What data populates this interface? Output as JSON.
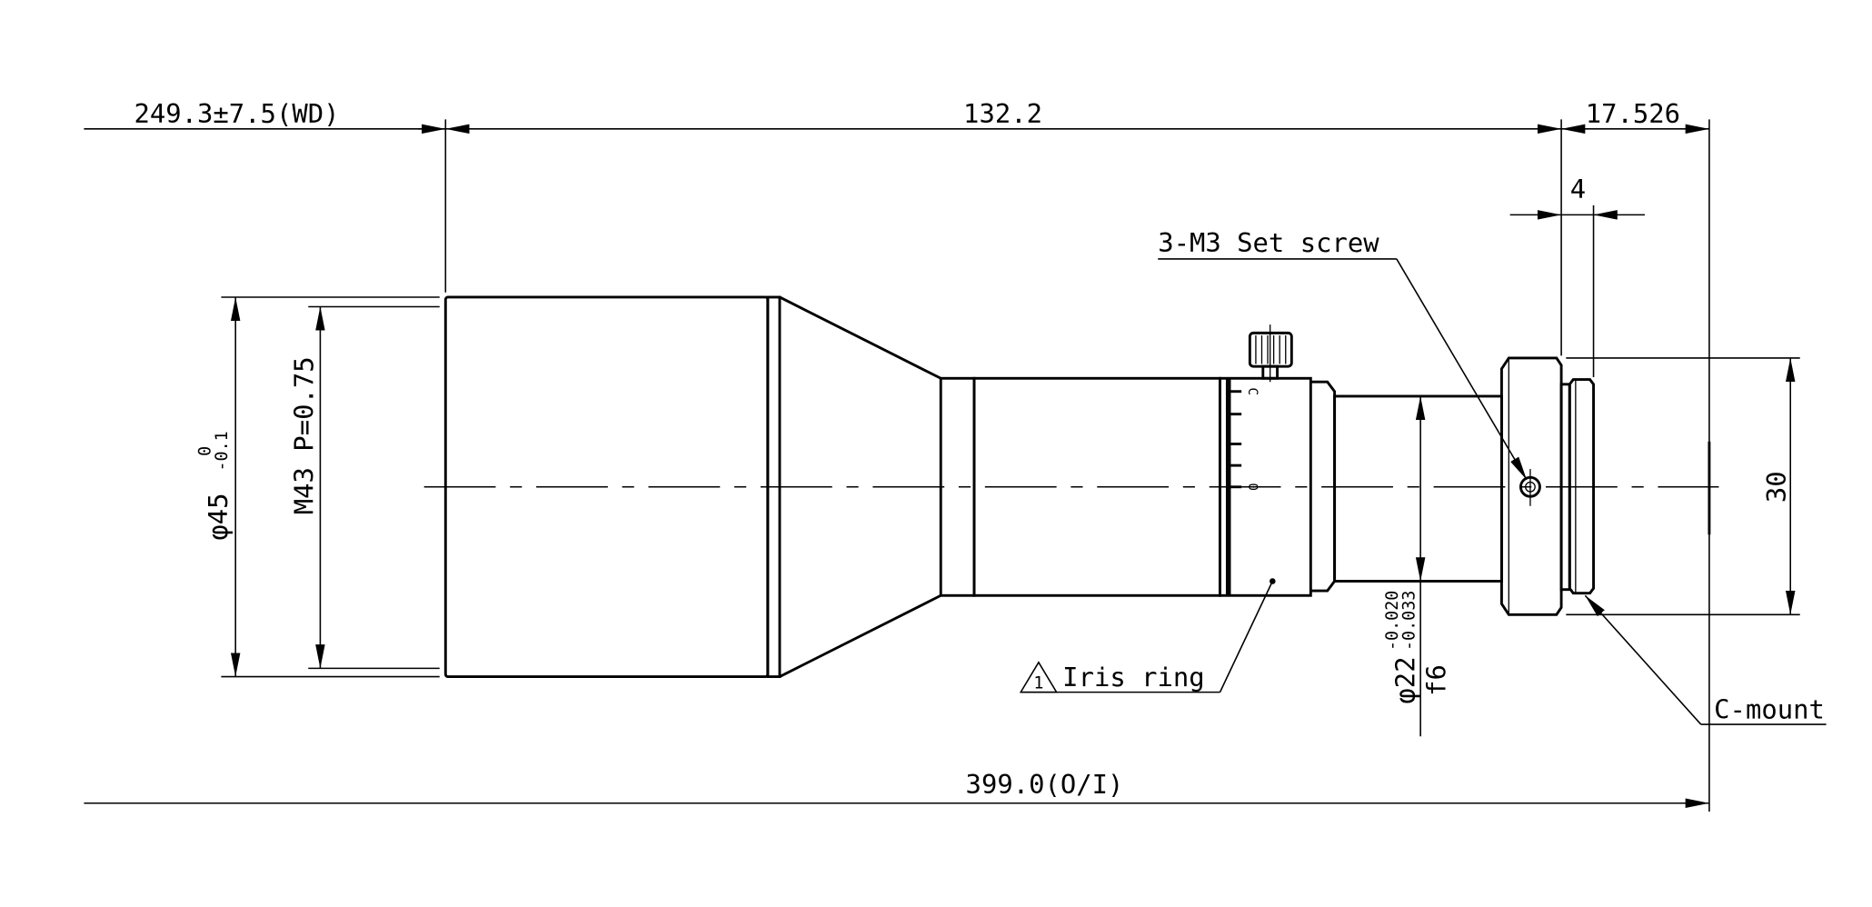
{
  "title": "Lens dimensional drawing",
  "dimensions": {
    "working_distance": "249.3±7.5(WD)",
    "lens_length": "132.2",
    "flange_back": "17.526",
    "mount_step": "4",
    "front_diameter": "φ45",
    "front_diameter_tol_upper": "0",
    "front_diameter_tol_lower": "-0.1",
    "front_thread": "M43 P=0.75",
    "barrel_diameter": "φ22",
    "barrel_tol_upper": "-0.020",
    "barrel_tol_lower": "-0.033",
    "barrel_fit": "f6",
    "mount_diameter": "30",
    "total_length": "399.0(O/I)"
  },
  "callouts": {
    "set_screw": "3-M3 Set screw",
    "iris_ring": "Iris ring",
    "iris_ring_note_number": "1",
    "c_mount": "C-mount"
  },
  "iris_scale": {
    "close_label": "C",
    "open_label": "0"
  }
}
